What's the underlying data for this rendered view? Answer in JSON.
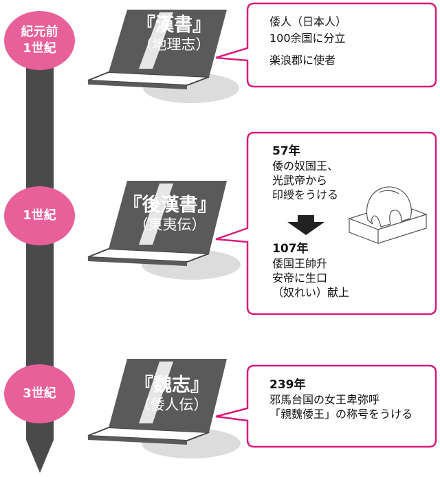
{
  "eras": [
    {
      "label": "紀元前\n1世紀"
    },
    {
      "label": "1世紀"
    },
    {
      "label": "3世紀"
    }
  ],
  "books": [
    {
      "title": "『漢書』",
      "subtitle": "（地理志）"
    },
    {
      "title": "『後漢書』",
      "subtitle": "（東夷伝）"
    },
    {
      "title": "『魏志』",
      "subtitle": "（倭人伝）"
    }
  ],
  "callouts": [
    {
      "lines": [
        "倭人（日本人）",
        "100余国に分立",
        "楽浪郡に使者"
      ]
    },
    {
      "event1": {
        "year": "57年",
        "lines": [
          "倭の奴国王、",
          "光武帝から",
          "印綬をうける"
        ]
      },
      "event2": {
        "year": "107年",
        "lines": [
          "倭国王帥升",
          "安帝に生口",
          "（奴れい）献上"
        ]
      }
    },
    {
      "year": "239年",
      "lines": [
        "邪馬台国の女王卑弥呼",
        "「親魏倭王」の称号をうける"
      ]
    }
  ],
  "colors": {
    "accent": "#e8609a",
    "timeline": "#4a4a4a",
    "book": "#5a5a5a",
    "shadow": "#dcdcdc"
  }
}
